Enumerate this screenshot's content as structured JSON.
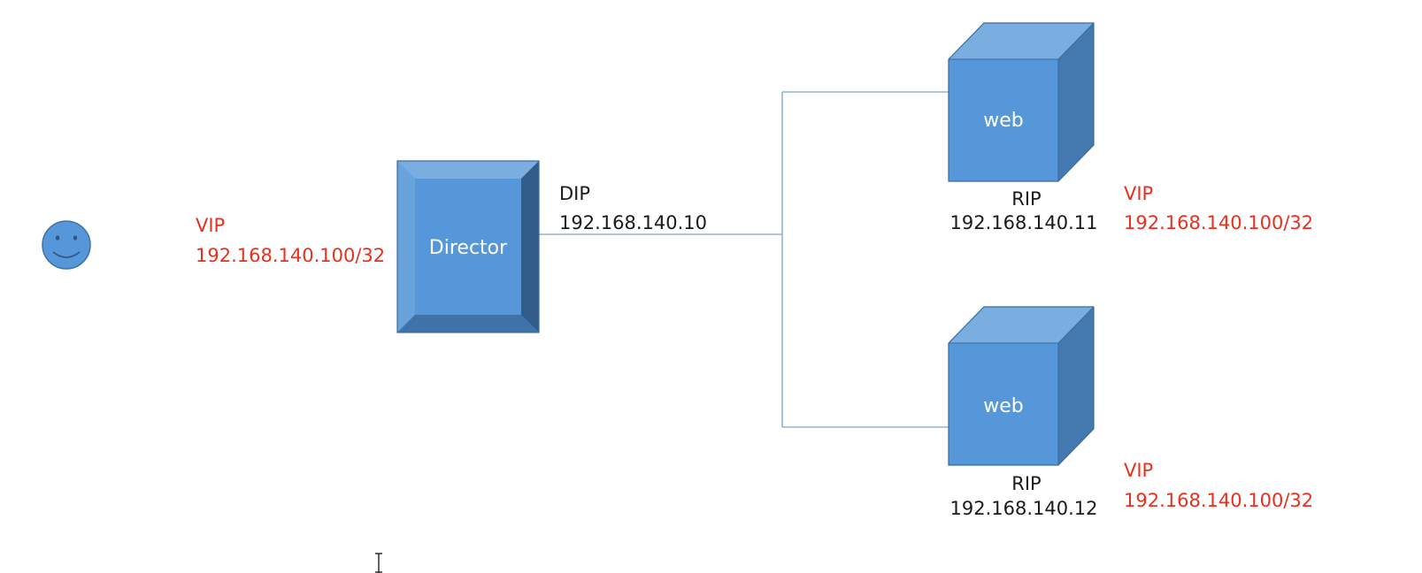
{
  "diagram": {
    "client": {
      "vip_label": "VIP",
      "vip_address": "192.168.140.100/32"
    },
    "director": {
      "label": "Director",
      "dip_label": "DIP",
      "dip_address": "192.168.140.10"
    },
    "servers": [
      {
        "label": "web",
        "rip_label": "RIP",
        "rip_address": "192.168.140.11",
        "vip_label": "VIP",
        "vip_address": "192.168.140.100/32"
      },
      {
        "label": "web",
        "rip_label": "RIP",
        "rip_address": "192.168.140.12",
        "vip_label": "VIP",
        "vip_address": "192.168.140.100/32"
      }
    ]
  },
  "colors": {
    "shape_fill": "#5597d8",
    "shape_light": "#7aaee0",
    "shape_dark": "#3f72a8",
    "shape_darkest": "#325c8a",
    "line": "#8fb3d9",
    "vip_text": "#e8301c",
    "label_text": "#1a1a1a"
  }
}
